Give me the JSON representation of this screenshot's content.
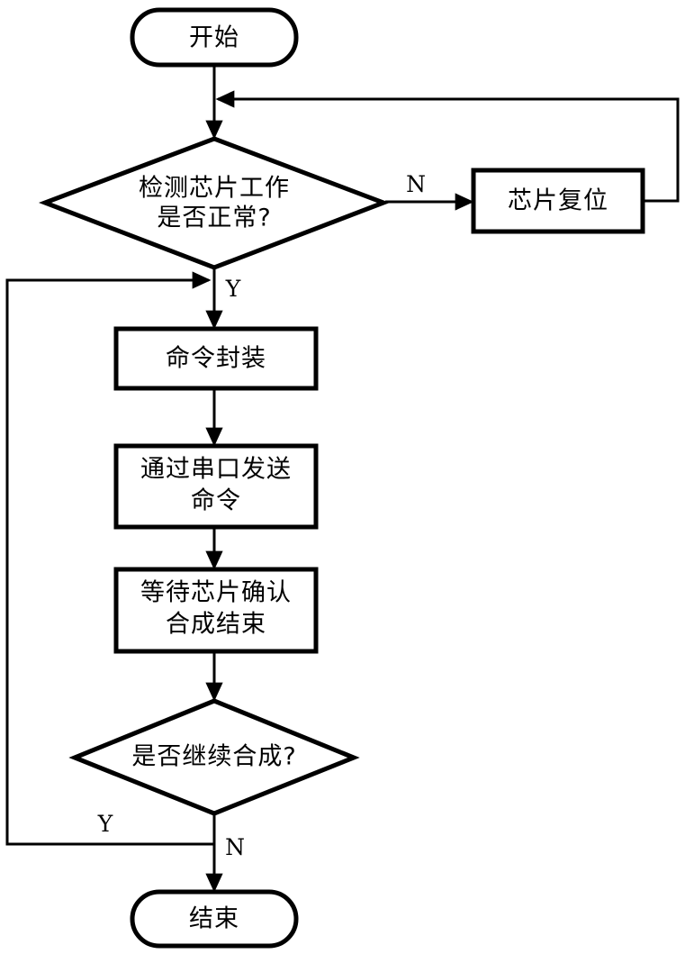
{
  "diagram": {
    "type": "flowchart",
    "title": "",
    "language": "zh-CN",
    "orientation": "top-to-bottom",
    "colors": {
      "background": "#ffffff",
      "stroke": "#000000",
      "fill": "#ffffff",
      "text": "#000000"
    },
    "nodes": [
      {
        "id": "start",
        "shape": "terminator",
        "label": "开始",
        "lines": [
          "开始"
        ]
      },
      {
        "id": "check-chip",
        "shape": "decision",
        "label": "检测芯片工作是否正常？",
        "lines": [
          "检测芯片工作",
          "是否正常?"
        ]
      },
      {
        "id": "chip-reset",
        "shape": "process",
        "label": "芯片复位",
        "lines": [
          "芯片复位"
        ]
      },
      {
        "id": "cmd-package",
        "shape": "process",
        "label": "命令封装",
        "lines": [
          "命令封装"
        ]
      },
      {
        "id": "send-cmd",
        "shape": "process",
        "label": "通过串口发送命令",
        "lines": [
          "通过串口发送",
          "命令"
        ]
      },
      {
        "id": "wait-confirm",
        "shape": "process",
        "label": "等待芯片确认合成结束",
        "lines": [
          "等待芯片确认",
          "合成结束"
        ]
      },
      {
        "id": "continue-synth",
        "shape": "decision",
        "label": "是否继续合成？",
        "lines": [
          "是否继续合成?"
        ]
      },
      {
        "id": "end",
        "shape": "terminator",
        "label": "结束",
        "lines": [
          "结束"
        ]
      }
    ],
    "edges": [
      {
        "id": "e-start-check",
        "from": "start",
        "to": "check-chip",
        "label": ""
      },
      {
        "id": "e-check-reset",
        "from": "check-chip",
        "to": "chip-reset",
        "label": "N"
      },
      {
        "id": "e-reset-loop",
        "from": "chip-reset",
        "to": "check-chip",
        "label": ""
      },
      {
        "id": "e-check-cmd",
        "from": "check-chip",
        "to": "cmd-package",
        "label": "Y"
      },
      {
        "id": "e-cmd-send",
        "from": "cmd-package",
        "to": "send-cmd",
        "label": ""
      },
      {
        "id": "e-send-wait",
        "from": "send-cmd",
        "to": "wait-confirm",
        "label": ""
      },
      {
        "id": "e-wait-continue",
        "from": "wait-confirm",
        "to": "continue-synth",
        "label": ""
      },
      {
        "id": "e-continue-yes",
        "from": "continue-synth",
        "to": "cmd-package",
        "label": "Y"
      },
      {
        "id": "e-continue-no",
        "from": "continue-synth",
        "to": "end",
        "label": "N"
      }
    ],
    "labels": {
      "n_reset": "N",
      "y_check": "Y",
      "y_continue": "Y",
      "n_continue": "N"
    }
  }
}
